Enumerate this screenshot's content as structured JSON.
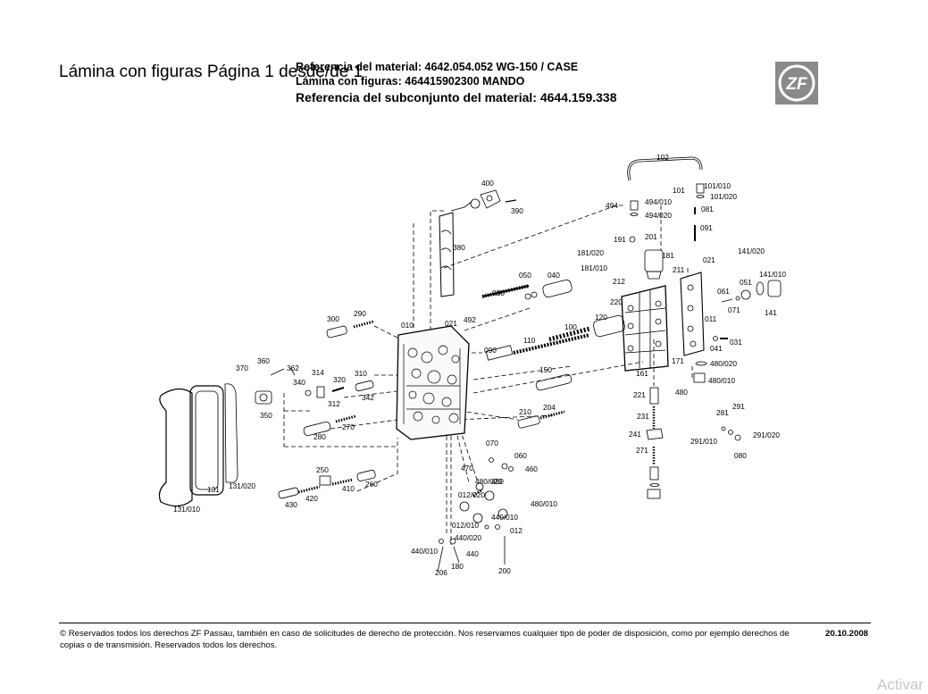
{
  "header": {
    "title": "Lámina con figuras Página 1 desde/de 1",
    "material_reference": "Referencia del material: 4642.054.052  WG-150 / CASE",
    "figure_sheet": "Lámina con figuras: 464415902300   MANDO",
    "subassembly_reference": "Referencia del subconjunto del material: 4644.159.338",
    "logo_text": "ZF"
  },
  "drawing": {
    "labels": [
      "102",
      "400",
      "390",
      "380",
      "101",
      "101/010",
      "101/020",
      "494",
      "494/010",
      "494/020",
      "081",
      "091",
      "191",
      "201",
      "181/020",
      "181",
      "181/010",
      "211",
      "212",
      "021",
      "141/020",
      "141/010",
      "141",
      "051",
      "061",
      "071",
      "011",
      "041",
      "031",
      "171",
      "480/020",
      "480/010",
      "480",
      "050",
      "040",
      "030",
      "300",
      "290",
      "010",
      "021",
      "492",
      "120",
      "100",
      "110",
      "090",
      "220",
      "161",
      "370",
      "360",
      "362",
      "340",
      "314",
      "320",
      "310",
      "312",
      "342",
      "350",
      "280",
      "270",
      "150",
      "210",
      "204",
      "221",
      "231",
      "241",
      "271",
      "281",
      "291",
      "291/020",
      "291/010",
      "080",
      "070",
      "060",
      "460",
      "470",
      "480/020",
      "480",
      "480/010",
      "440/010",
      "012",
      "012/020",
      "012/010",
      "440/020",
      "440/010",
      "440",
      "180",
      "206",
      "200",
      "250",
      "260",
      "410",
      "420",
      "430",
      "131",
      "131/020",
      "131/010"
    ]
  },
  "footer": {
    "copyright": "© Reservados todos los derechos ZF Passau, también en caso de solicitudes de derecho de protección. Nos reservamos cualquier tipo de poder de disposición, como por ejemplo derechos de copias o de transmisión. Reservados todos los derechos.",
    "date": "20.10.2008"
  },
  "watermark": "Activar"
}
